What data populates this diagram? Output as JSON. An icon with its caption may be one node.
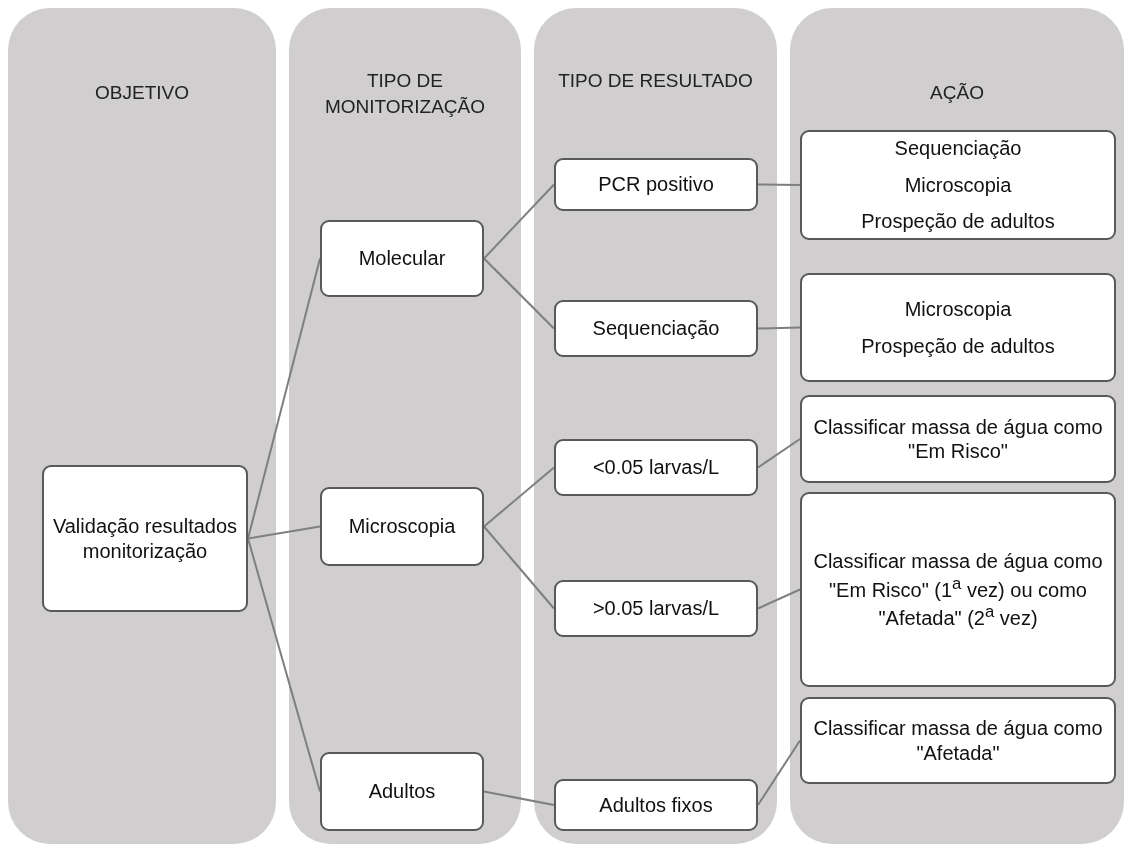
{
  "diagram": {
    "nodes": [
      {
        "text": [
          "OBJETIVO"
        ]
      },
      {
        "text": [
          "TIPO DE MONITORIZAÇÃO"
        ]
      },
      {
        "text": [
          "TIPO DE RESULTADO"
        ]
      },
      {
        "text": [
          "AÇÃO"
        ]
      },
      {
        "text": [
          "Validação resultados monitorização"
        ],
        "in": 0
      },
      {
        "text": [
          "Molecular"
        ],
        "in": 1
      },
      {
        "text": [
          "Microscopia"
        ],
        "in": 1
      },
      {
        "text": [
          "Adultos"
        ],
        "in": 1
      },
      {
        "text": [
          "PCR positivo"
        ],
        "in": 2
      },
      {
        "text": [
          "Sequenciação"
        ],
        "in": 2
      },
      {
        "text": [
          "<0.05 larvas/L"
        ],
        "in": 2
      },
      {
        "text": [
          ">0.05 larvas/L"
        ],
        "in": 2
      },
      {
        "text": [
          "Adultos fixos"
        ],
        "in": 2
      },
      {
        "text": [
          "Sequenciação",
          "Microscopia",
          "Prospeção de adultos"
        ],
        "in": 3
      },
      {
        "text": [
          "Microscopia",
          "Prospeção de adultos"
        ],
        "in": 3
      },
      {
        "text": [
          "Classificar massa de água como \"Em Risco\""
        ],
        "in": 3
      },
      {
        "text": [
          "Classificar massa de água como \"Em Risco\" (1$^{a}$ vez) ou como \"Afetada\" (2$^{a}$ vez)"
        ],
        "in": 3
      },
      {
        "text": [
          "Classificar massa de água como \"Afetada\""
        ],
        "in": 3
      }
    ],
    "edges": [
      {
        "from": 4,
        "to": 5,
        "arrow": "none"
      },
      {
        "from": 4,
        "to": 6,
        "arrow": "none"
      },
      {
        "from": 4,
        "to": 7,
        "arrow": "none"
      },
      {
        "from": 5,
        "to": 8,
        "arrow": "none"
      },
      {
        "from": 5,
        "to": 9,
        "arrow": "none"
      },
      {
        "from": 6,
        "to": 10,
        "arrow": "none"
      },
      {
        "from": 6,
        "to": 11,
        "arrow": "none"
      },
      {
        "from": 7,
        "to": 12,
        "arrow": "none"
      },
      {
        "from": 8,
        "to": 13,
        "arrow": "none"
      },
      {
        "from": 9,
        "to": 14,
        "arrow": "none"
      },
      {
        "from": 10,
        "to": 15,
        "arrow": "none"
      },
      {
        "from": 11,
        "to": 16,
        "arrow": "none"
      },
      {
        "from": 12,
        "to": 17,
        "arrow": "none"
      }
    ]
  }
}
